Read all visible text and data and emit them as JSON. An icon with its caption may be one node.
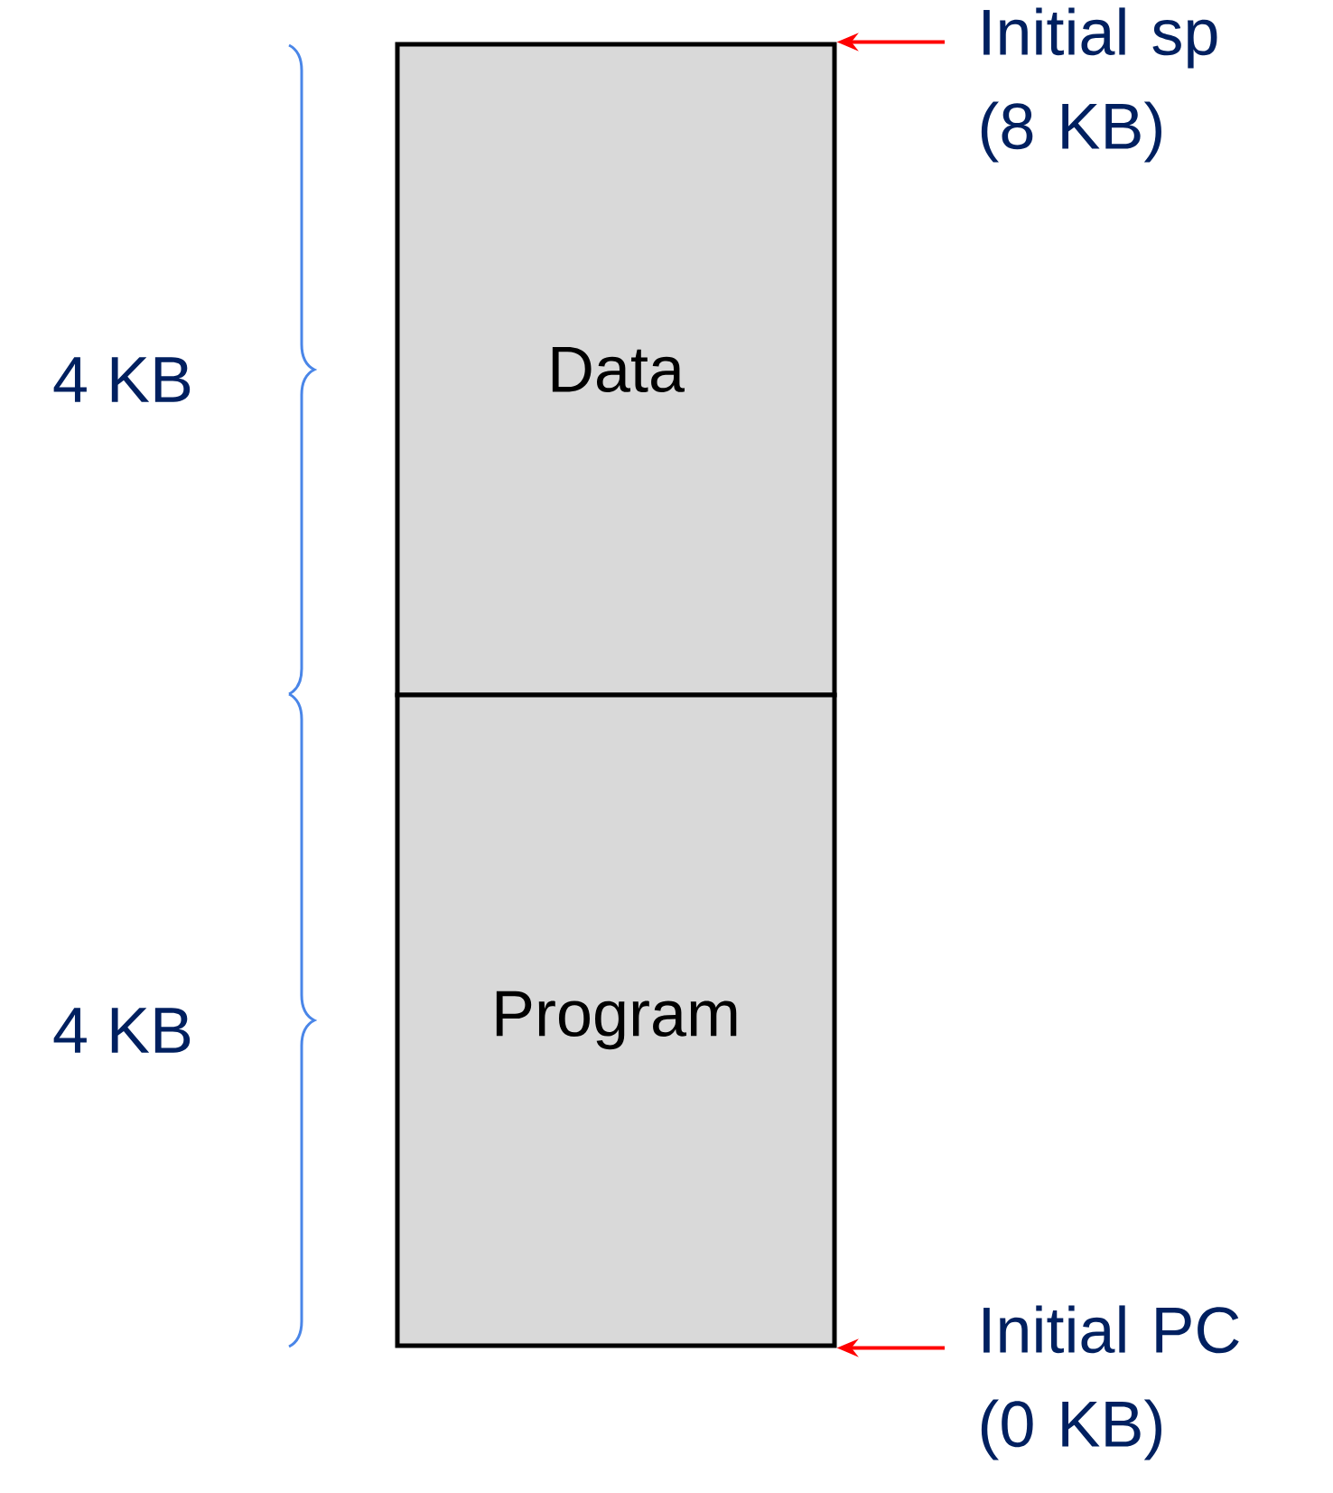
{
  "diagram": {
    "nodes": [
      {
        "text": [
          "Data"
        ]
      },
      {
        "text": [
          "Program"
        ]
      },
      {
        "text": [
          "Initial sp (8 KB)"
        ]
      },
      {
        "text": [
          "Initial PC (0 KB)"
        ]
      }
    ],
    "edges": [
      {
        "from": 2,
        "to": 0,
        "arrow": "to",
        "color": "#ff0000"
      },
      {
        "from": 3,
        "to": 1,
        "arrow": "to",
        "color": "#ff0000"
      }
    ],
    "labels": [
      "4 KB",
      "4 KB"
    ]
  }
}
